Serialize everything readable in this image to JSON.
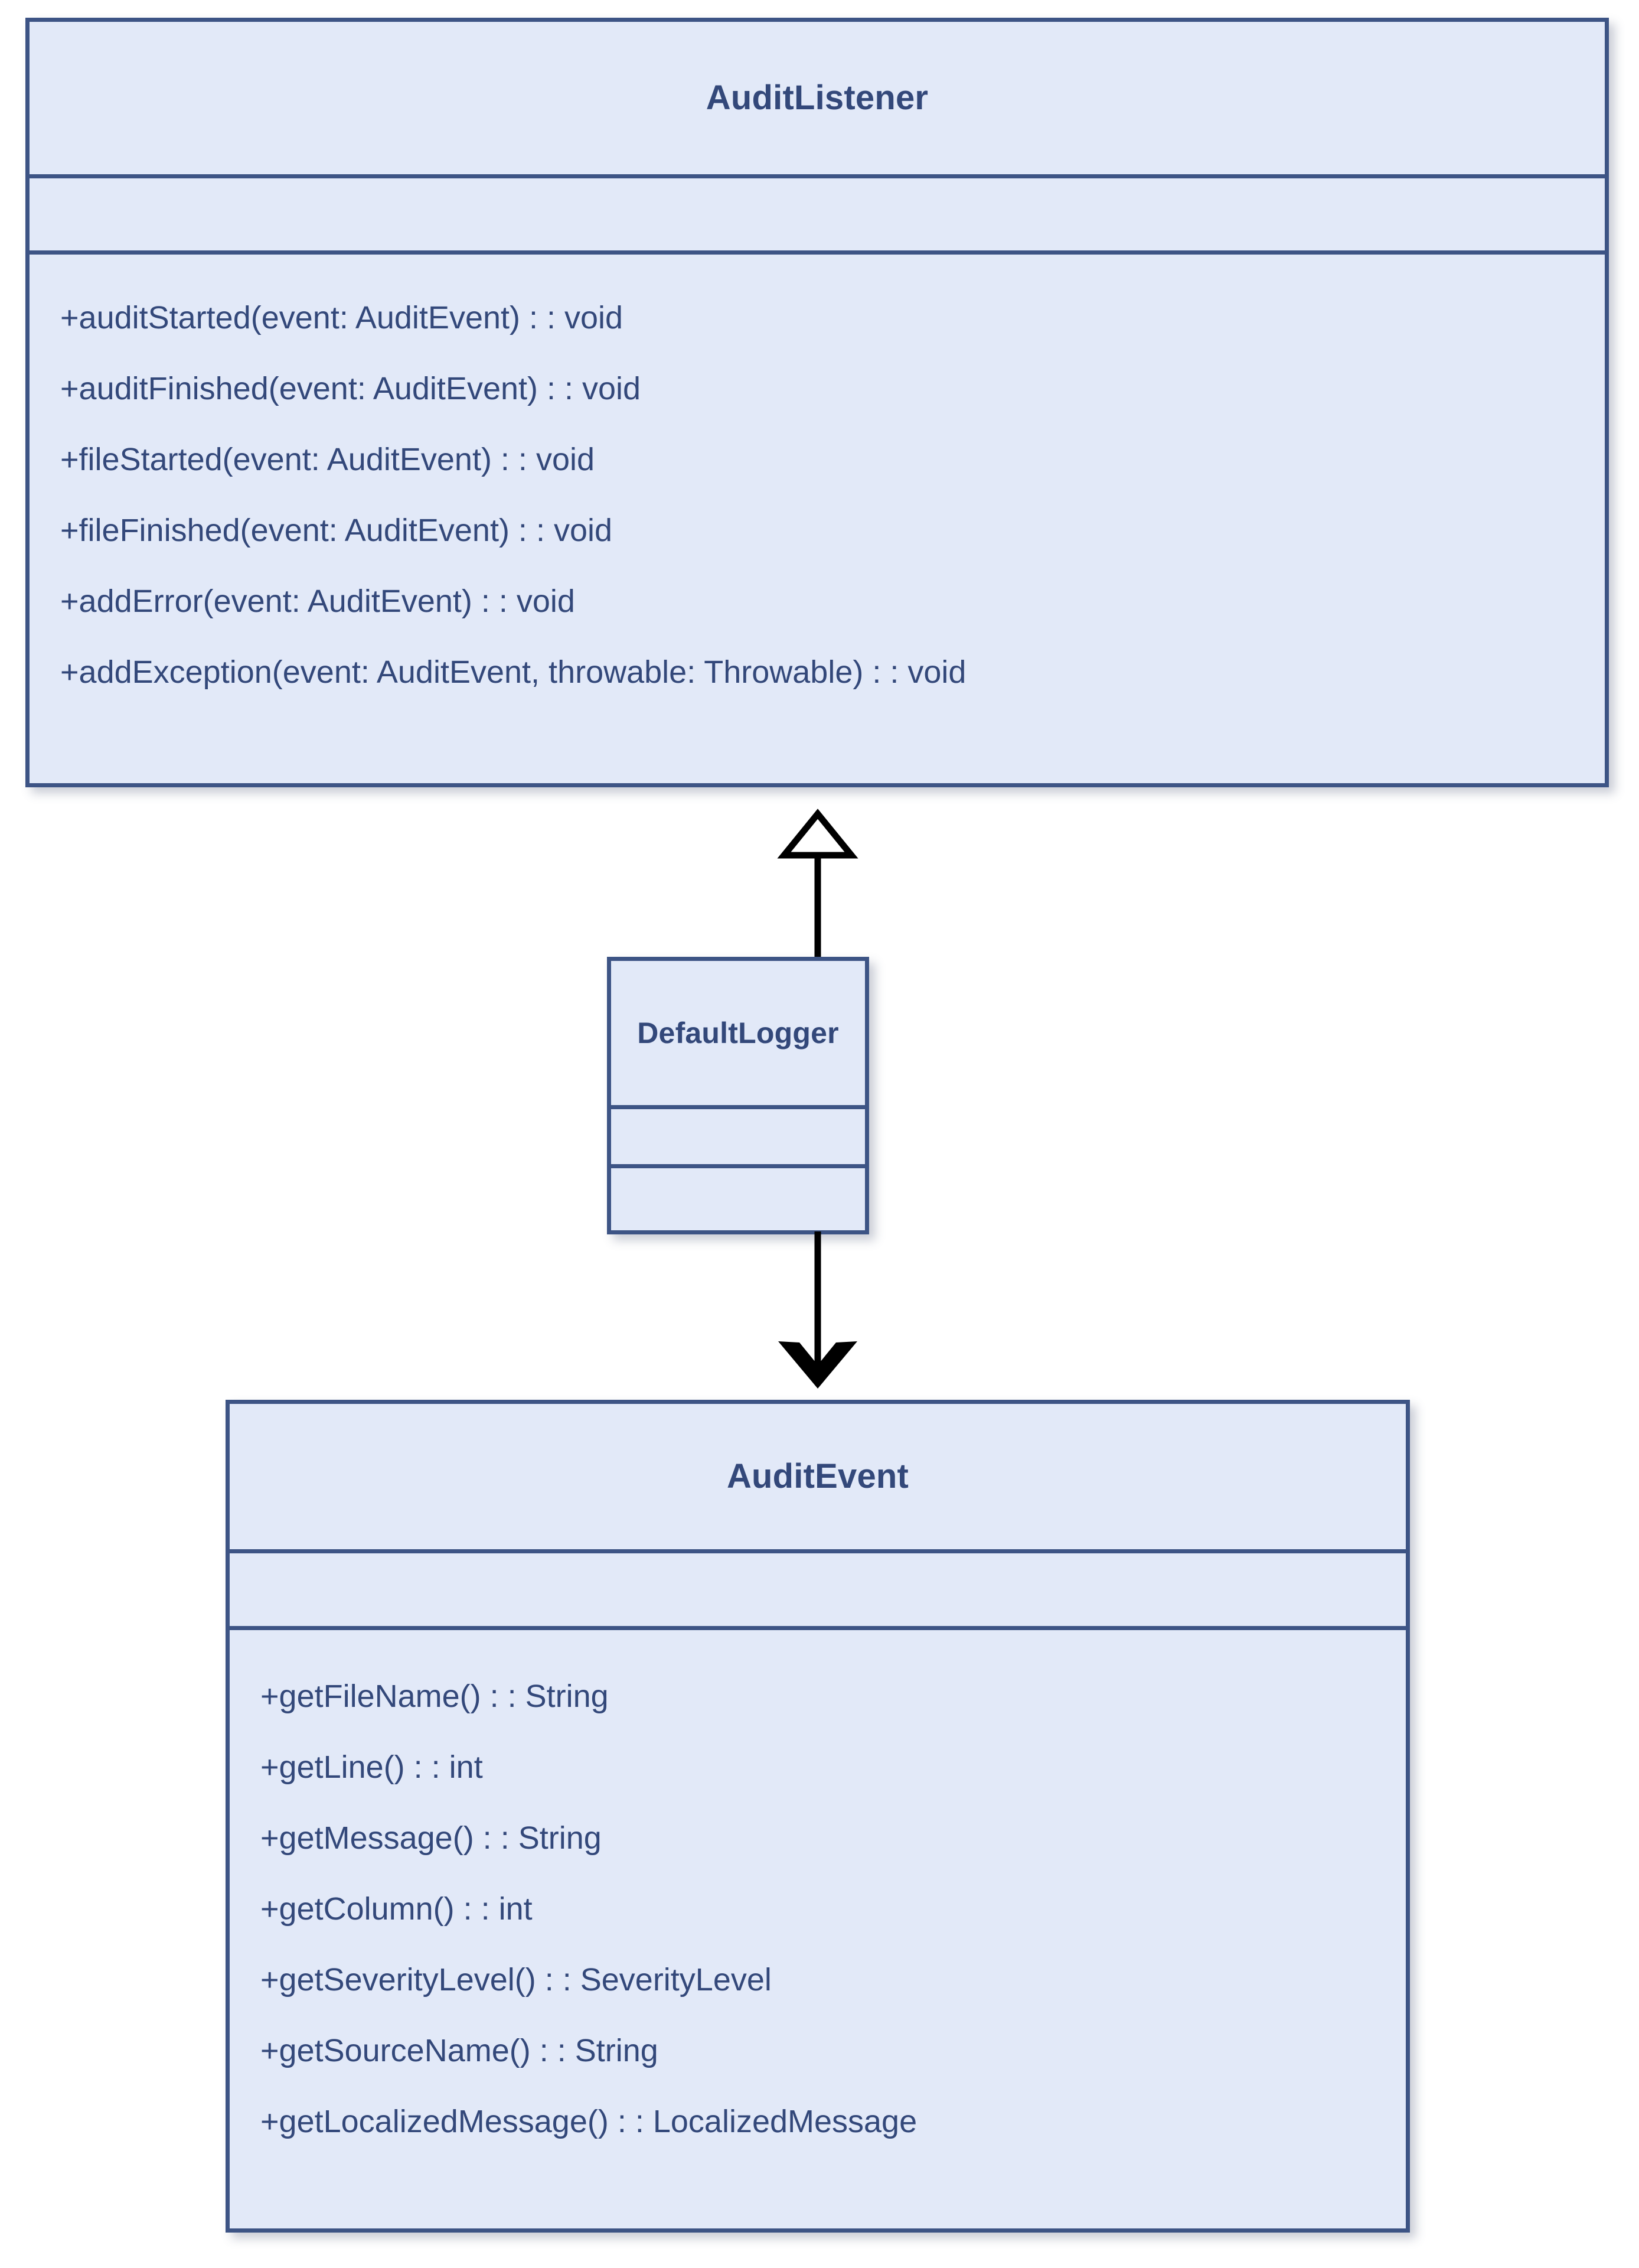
{
  "diagram": {
    "title": "UML Class Diagram",
    "type": "uml-class-diagram",
    "colors": {
      "class_fill": "#e2e9f8",
      "class_border": "#3d5485",
      "text": "#33487a",
      "connector": "#000000",
      "background": "#ffffff"
    }
  },
  "classes": {
    "audit_listener": {
      "name": "AuditListener",
      "attributes": [],
      "methods": [
        "+auditStarted(event: AuditEvent) : : void",
        "+auditFinished(event: AuditEvent) : : void",
        "+fileStarted(event: AuditEvent) : : void",
        "+fileFinished(event: AuditEvent) : : void",
        "+addError(event: AuditEvent) : : void",
        "+addException(event: AuditEvent, throwable: Throwable) : : void"
      ]
    },
    "default_logger": {
      "name": "DefaultLogger",
      "attributes": [],
      "methods": []
    },
    "audit_event": {
      "name": "AuditEvent",
      "attributes": [],
      "methods": [
        "+getFileName() : : String",
        "+getLine() : : int",
        "+getMessage() : : String",
        "+getColumn() : : int",
        "+getSeverityLevel() : : SeverityLevel",
        "+getSourceName() : : String",
        "+getLocalizedMessage() : : LocalizedMessage"
      ]
    }
  },
  "connectors": [
    {
      "id": "generalization",
      "from": "DefaultLogger",
      "to": "AuditListener",
      "kind": "generalization",
      "arrowhead": "hollow-triangle",
      "direction": "up"
    },
    {
      "id": "dependency",
      "from": "DefaultLogger",
      "to": "AuditEvent",
      "kind": "dependency",
      "arrowhead": "solid-open-arrow",
      "direction": "down"
    }
  ]
}
